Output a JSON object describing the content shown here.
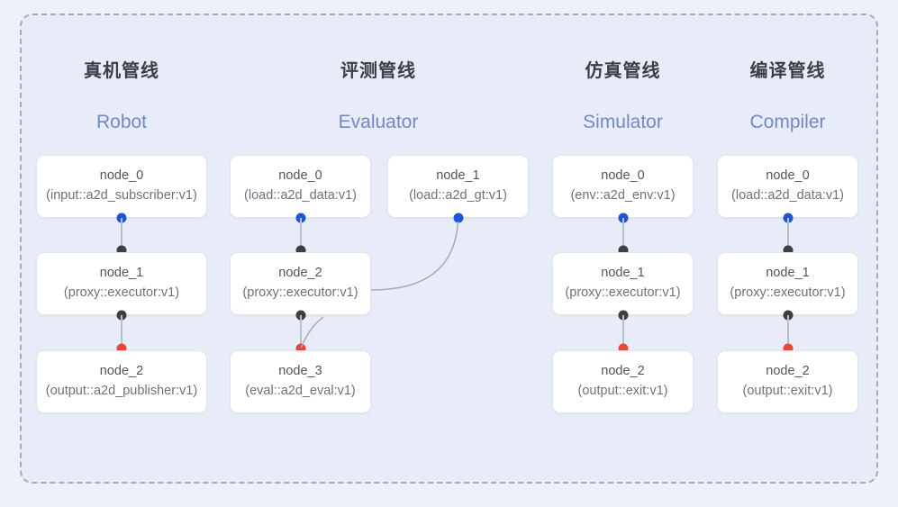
{
  "diagram": {
    "background_color": "#eef1fa",
    "panel_color": "#e7ecf8",
    "frame_border_color": "#a5abb8",
    "accent_blue": "#1a56d6",
    "accent_red": "#e8453c",
    "accent_black": "#3c4043",
    "header_en_color": "#7489c4",
    "header_cn_color": "#3b3f45"
  },
  "columns": [
    {
      "id": "robot",
      "title_cn": "真机管线",
      "title_en": "Robot",
      "nodes": [
        {
          "name": "node_0",
          "kind": "(input::a2d_subscriber:v1)"
        },
        {
          "name": "node_1",
          "kind": "(proxy::executor:v1)"
        },
        {
          "name": "node_2",
          "kind": "(output::a2d_publisher:v1)"
        }
      ]
    },
    {
      "id": "evaluator",
      "title_cn": "评测管线",
      "title_en": "Evaluator",
      "nodes": [
        {
          "name": "node_0",
          "kind": "(load::a2d_data:v1)"
        },
        {
          "name": "node_1",
          "kind": "(load::a2d_gt:v1)"
        },
        {
          "name": "node_2",
          "kind": "(proxy::executor:v1)"
        },
        {
          "name": "node_3",
          "kind": "(eval::a2d_eval:v1)"
        }
      ]
    },
    {
      "id": "simulator",
      "title_cn": "仿真管线",
      "title_en": "Simulator",
      "nodes": [
        {
          "name": "node_0",
          "kind": "(env::a2d_env:v1)"
        },
        {
          "name": "node_1",
          "kind": "(proxy::executor:v1)"
        },
        {
          "name": "node_2",
          "kind": "(output::exit:v1)"
        }
      ]
    },
    {
      "id": "compiler",
      "title_cn": "编译管线",
      "title_en": "Compiler",
      "nodes": [
        {
          "name": "node_0",
          "kind": "(load::a2d_data:v1)"
        },
        {
          "name": "node_1",
          "kind": "(proxy::executor:v1)"
        },
        {
          "name": "node_2",
          "kind": "(output::exit:v1)"
        }
      ]
    }
  ]
}
